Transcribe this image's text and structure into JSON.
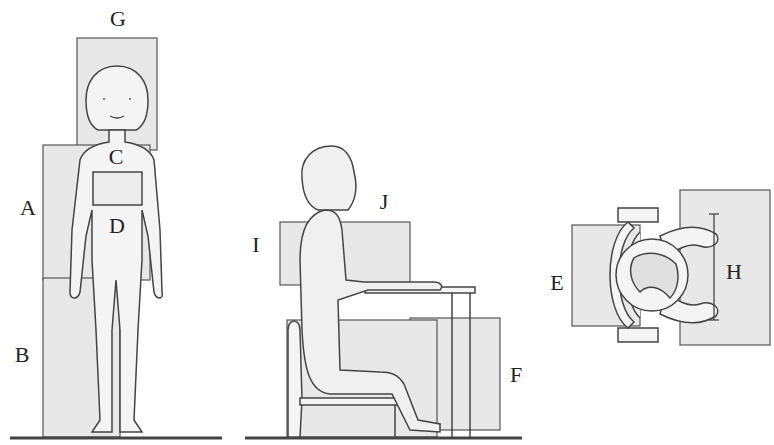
{
  "diagram": {
    "labels": [
      "G",
      "A",
      "C",
      "D",
      "B",
      "I",
      "J",
      "F",
      "E",
      "H"
    ]
  }
}
